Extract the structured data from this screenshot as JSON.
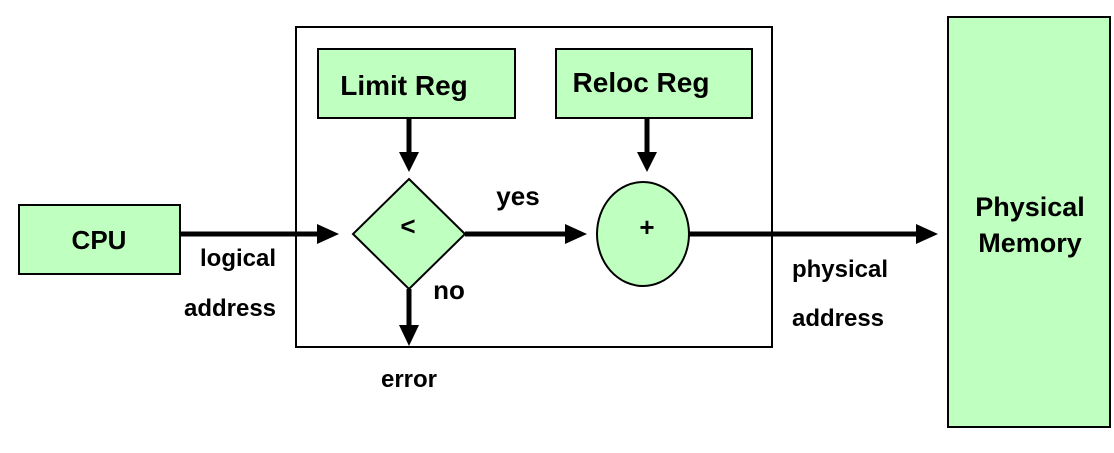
{
  "colors": {
    "box_fill": "#bfffbf",
    "stroke": "#000000",
    "background": "#ffffff"
  },
  "nodes": {
    "cpu": "CPU",
    "limit_reg": "Limit Reg",
    "reloc_reg": "Reloc Reg",
    "compare_symbol": "<",
    "adder_symbol": "+",
    "memory_line1": "Physical",
    "memory_line2": "Memory"
  },
  "edge_labels": {
    "logical_line1": "logical",
    "logical_line2": "address",
    "yes": "yes",
    "no": "no",
    "error": "error",
    "physical_line1": "physical",
    "physical_line2": "address"
  }
}
